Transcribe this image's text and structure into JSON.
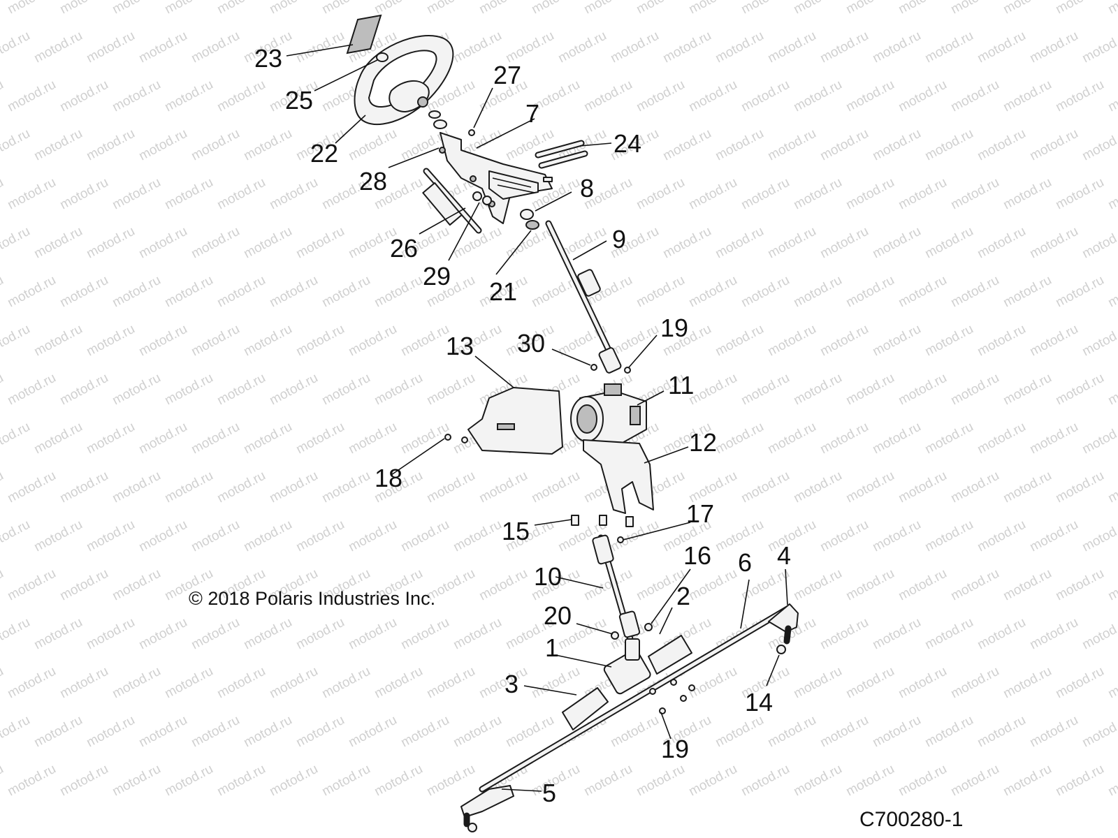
{
  "watermark": {
    "text": "motod.ru"
  },
  "copyright": "© 2018 Polaris Industries Inc.",
  "figure_code": "C700280-1",
  "callouts": {
    "c1": "1",
    "c2": "2",
    "c3": "3",
    "c4": "4",
    "c5": "5",
    "c6": "6",
    "c7": "7",
    "c8": "8",
    "c9": "9",
    "c10": "10",
    "c11": "11",
    "c12": "12",
    "c13": "13",
    "c14": "14",
    "c15": "15",
    "c16": "16",
    "c17": "17",
    "c18": "18",
    "c19a": "19",
    "c19b": "19",
    "c20": "20",
    "c21": "21",
    "c22": "22",
    "c23": "23",
    "c24": "24",
    "c25": "25",
    "c26": "26",
    "c27": "27",
    "c28": "28",
    "c29": "29",
    "c30": "30"
  }
}
